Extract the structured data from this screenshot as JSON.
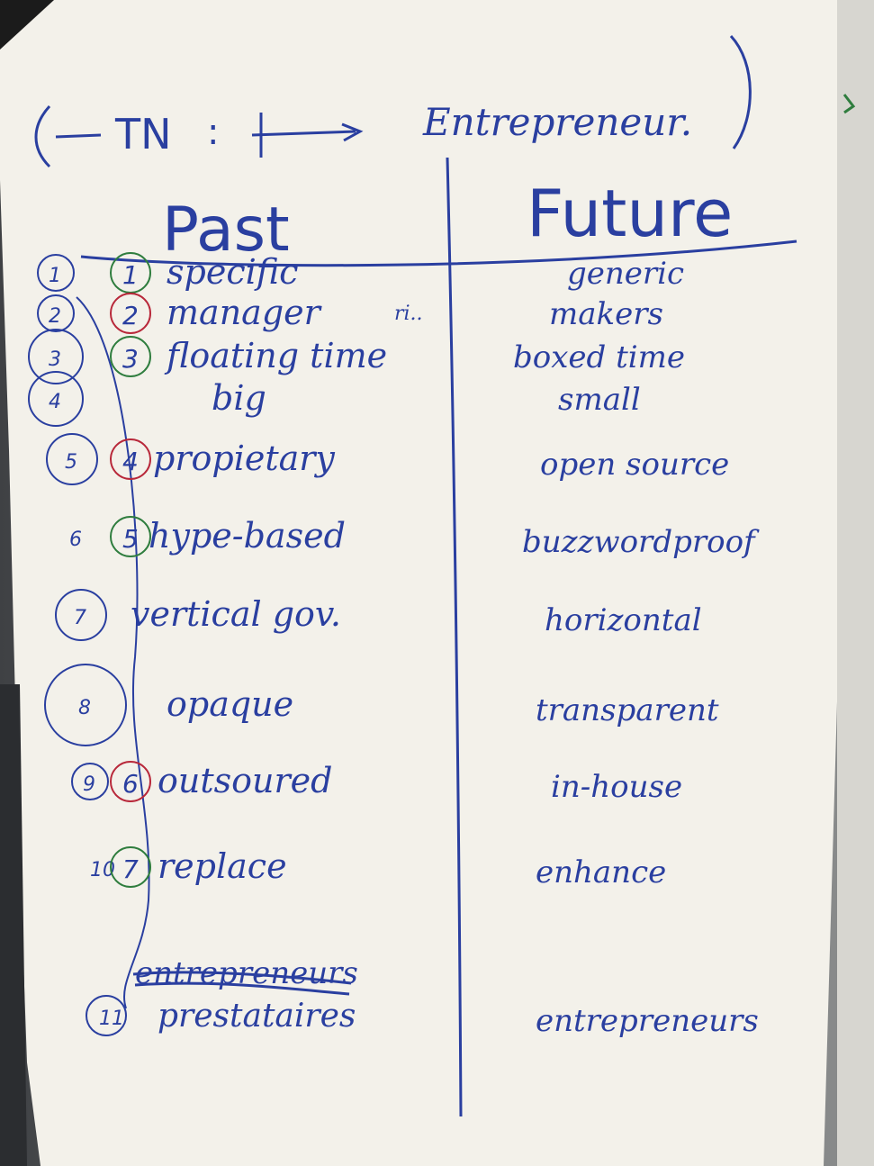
{
  "header": {
    "prefix": "TN",
    "colon": ":",
    "arrow_target": "Entrepreneur."
  },
  "columns": {
    "past_title": "Past",
    "future_title": "Future"
  },
  "rows": [
    {
      "outer": "1",
      "inner": "1",
      "inner_color": "green",
      "past": "specific",
      "future": "generic"
    },
    {
      "outer": "2",
      "inner": "2",
      "inner_color": "red",
      "past": "manager",
      "future": "makers"
    },
    {
      "outer": "3",
      "inner": "3",
      "inner_color": "green",
      "past": "floating time",
      "future": "boxed time"
    },
    {
      "outer": "4",
      "inner": "",
      "inner_color": "",
      "past": "big",
      "future": "small"
    },
    {
      "outer": "5",
      "inner": "4",
      "inner_color": "red",
      "past": "propietary",
      "future": "open source"
    },
    {
      "outer": "6",
      "inner": "5",
      "inner_color": "green",
      "past": "hype-based",
      "future": "buzzwordproof"
    },
    {
      "outer": "7",
      "inner": "",
      "inner_color": "",
      "past": "vertical gov.",
      "future": "horizontal"
    },
    {
      "outer": "8",
      "inner": "",
      "inner_color": "",
      "past": "opaque",
      "future": "transparent"
    },
    {
      "outer": "9",
      "inner": "6",
      "inner_color": "red",
      "past": "outsoured",
      "future": "in-house"
    },
    {
      "outer": "10",
      "inner": "7",
      "inner_color": "green",
      "past": "replace",
      "future": "enhance"
    },
    {
      "outer": "11",
      "inner": "",
      "inner_color": "",
      "past": "prestataires",
      "future": "entrepreneurs"
    }
  ],
  "struck_word": "entrepreneurs",
  "marginal_note": "ri..",
  "colors": {
    "paper": "#f4f2ec",
    "blue_ink": "#2a3fa0",
    "red_ink": "#b8283a",
    "green_ink": "#2f7d3e"
  }
}
